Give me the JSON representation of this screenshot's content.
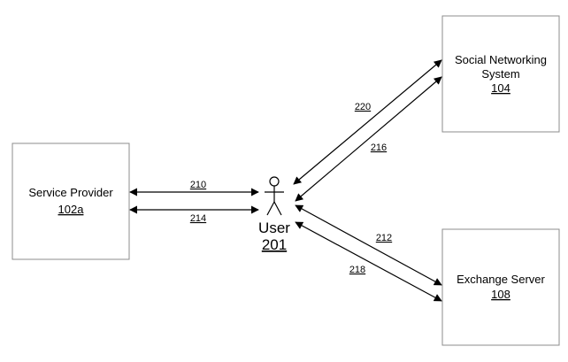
{
  "nodes": {
    "service_provider": {
      "title": "Service Provider",
      "ref": "102a"
    },
    "social_networking": {
      "title_line1": "Social Networking",
      "title_line2": "System",
      "ref": "104"
    },
    "exchange_server": {
      "title": "Exchange Server",
      "ref": "108"
    },
    "user": {
      "title": "User",
      "ref": "201"
    }
  },
  "edges": {
    "e210": "210",
    "e214": "214",
    "e220": "220",
    "e216": "216",
    "e212": "212",
    "e218": "218"
  },
  "colors": {
    "stroke": "#000000",
    "box_border": "#8c8c8c",
    "background": "#ffffff"
  }
}
